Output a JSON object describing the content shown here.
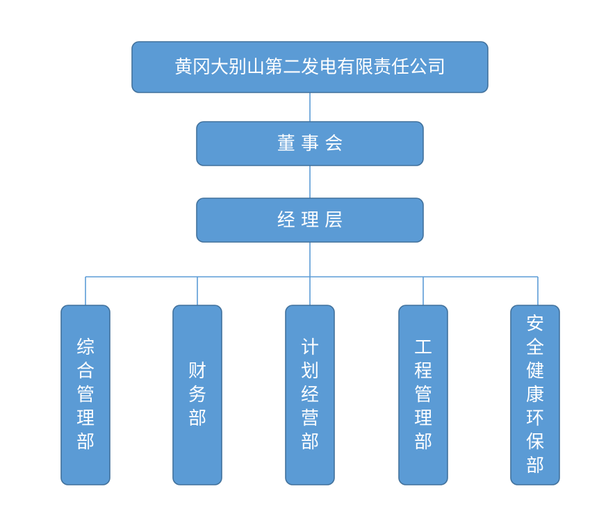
{
  "org_chart": {
    "company": "黄冈大别山第二发电有限责任公司",
    "board": "董 事 会",
    "management": "经 理 层",
    "departments": [
      "综合管理部",
      "财务部",
      "计划经营部",
      "工程管理部",
      "安全健康环保部"
    ]
  },
  "colors": {
    "box_fill": "#5b9bd5",
    "box_border": "#41719c",
    "line": "#5b9bd5",
    "text": "#ffffff"
  }
}
